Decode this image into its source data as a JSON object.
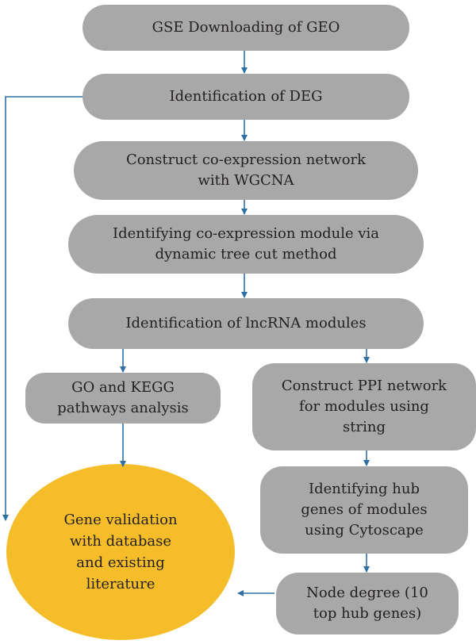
{
  "diagram": {
    "nodes": {
      "gse": "GSE Downloading of GEO",
      "deg": "Identification of DEG",
      "wgcna": "Construct co-expression network\nwith WGCNA",
      "module": "Identifying co-expression module via\ndynamic tree cut method",
      "lncrna": "Identification of lncRNA modules",
      "go_kegg": "GO and KEGG\npathways analysis",
      "ppi": "Construct PPI network\nfor modules using\nstring",
      "hub": "Identifying hub\ngenes of modules\nusing Cytoscape",
      "degree": "Node degree (10\ntop hub genes)",
      "validation": "Gene validation\nwith database\nand existing\nliterature"
    },
    "colors": {
      "box": "#a8a8a8",
      "oval": "#f6bd2a",
      "arrow": "#2f6fa4"
    }
  }
}
